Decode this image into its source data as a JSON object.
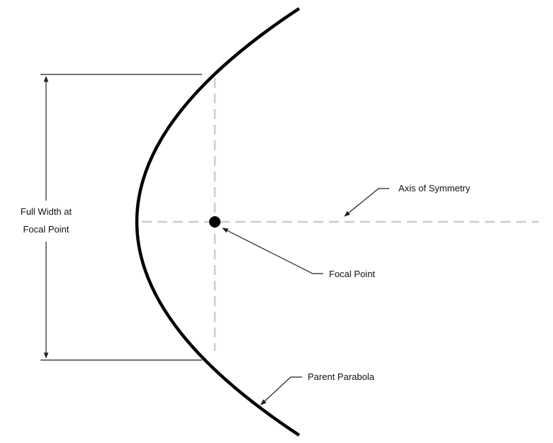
{
  "labels": {
    "full_width_line1": "Full Width at",
    "full_width_line2": "Focal Point",
    "axis_of_symmetry": "Axis of Symmetry",
    "focal_point": "Focal Point",
    "parent_parabola": "Parent Parabola"
  },
  "colors": {
    "curve": "#000000",
    "dashed_lines": "#cccccc",
    "dimension_lines": "#222222",
    "leader_lines": "#222222",
    "text": "#111111"
  }
}
